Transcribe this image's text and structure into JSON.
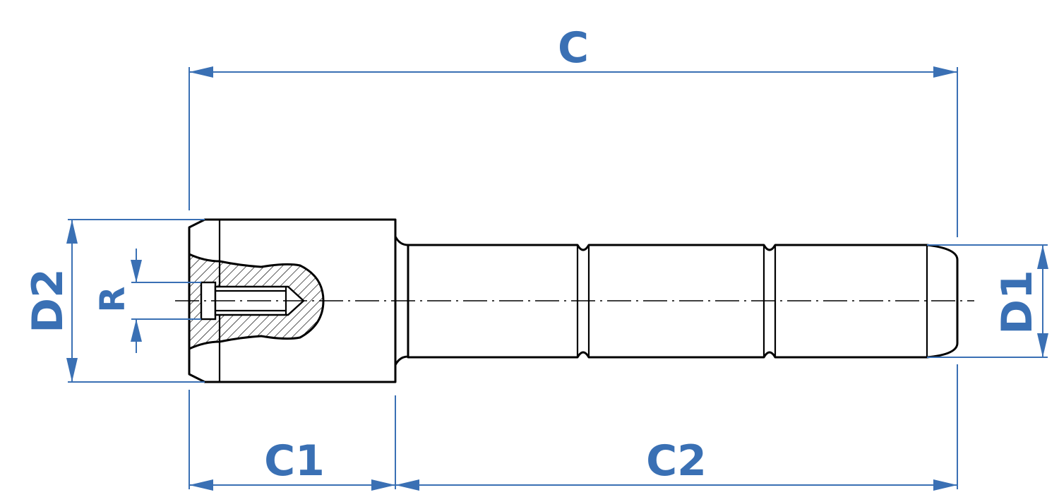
{
  "labels": {
    "C": "C",
    "C1": "C1",
    "C2": "C2",
    "D1": "D1",
    "D2": "D2",
    "R": "R"
  },
  "colors": {
    "dimension": "#3a70b4",
    "outline": "#000000",
    "background": "#ffffff"
  }
}
